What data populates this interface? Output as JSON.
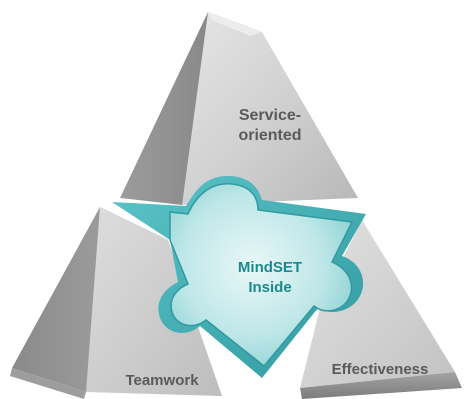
{
  "diagram": {
    "top_segment": {
      "line1": "Service-",
      "line2": "oriented"
    },
    "left_segment": {
      "label": "Teamwork"
    },
    "right_segment": {
      "label": "Effectiveness"
    },
    "center": {
      "line1": "MindSET",
      "line2": "Inside"
    }
  },
  "colors": {
    "segment_text": "#5a5a5a",
    "center_text": "#1a8a90",
    "puzzle_light": "#dff3f4",
    "puzzle_mid": "#8fd3d6",
    "puzzle_dark": "#3aaab0"
  }
}
